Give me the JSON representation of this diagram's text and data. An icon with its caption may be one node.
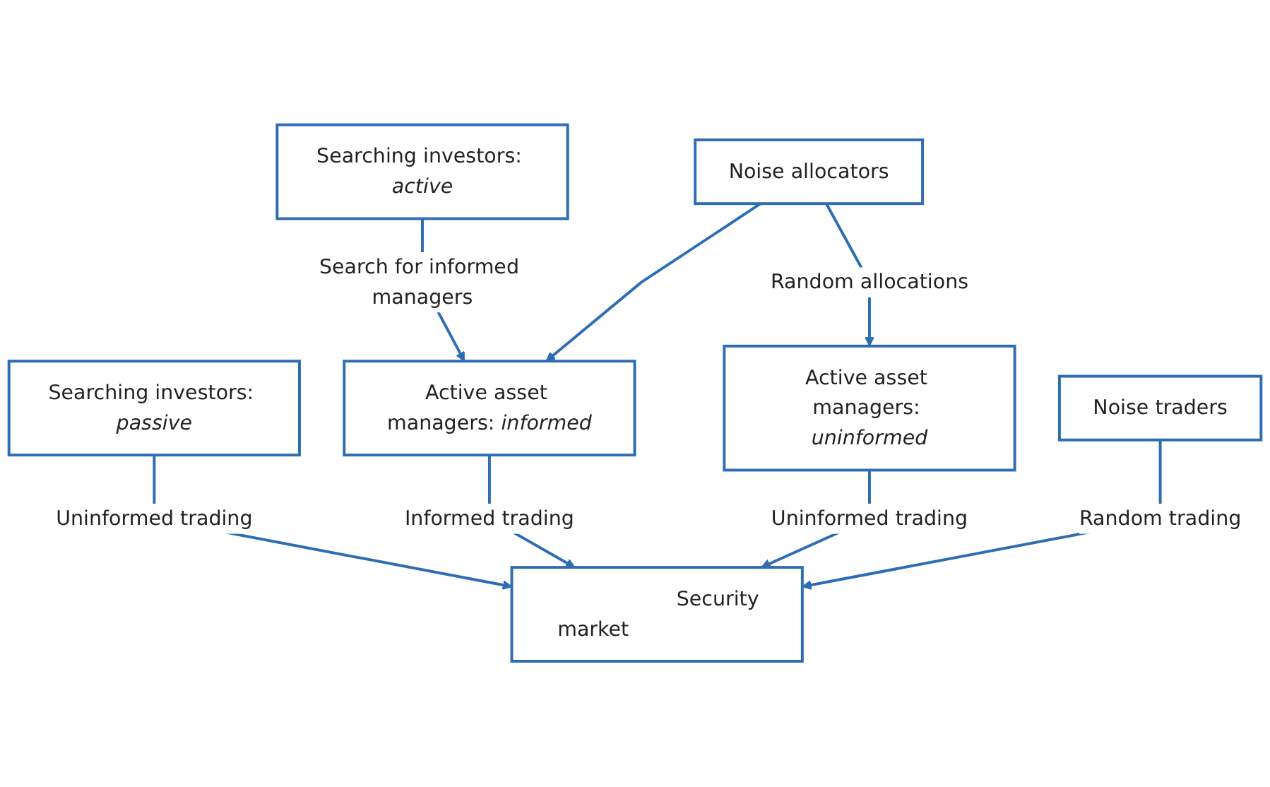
{
  "diagram": {
    "nodes": [
      {
        "text": [
          "Searching investors: *passive*"
        ]
      },
      {
        "text": [
          "Searching investors: *active*"
        ]
      },
      {
        "text": [
          "Noise allocators"
        ]
      },
      {
        "text": [
          "Noise traders"
        ]
      },
      {
        "text": [
          "Active asset managers: *informed*"
        ]
      },
      {
        "text": [
          "Active asset managers: *uninformed*"
        ]
      },
      {
        "text": [
          "Security market"
        ]
      }
    ],
    "edges": [
      {
        "from": 1,
        "to": 4,
        "arrow": "to",
        "label": "Search for informed managers"
      },
      {
        "from": 2,
        "to": 4,
        "arrow": "to"
      },
      {
        "from": 2,
        "to": 5,
        "arrow": "to",
        "label": "Random allocations"
      },
      {
        "from": 0,
        "to": 6,
        "arrow": "to",
        "label": "Uninformed trading"
      },
      {
        "from": 4,
        "to": 6,
        "arrow": "to",
        "label": "Informed trading"
      },
      {
        "from": 5,
        "to": 6,
        "arrow": "to",
        "label": "Uninformed trading"
      },
      {
        "from": 3,
        "to": 6,
        "arrow": "to",
        "label": "Random trading"
      }
    ]
  }
}
